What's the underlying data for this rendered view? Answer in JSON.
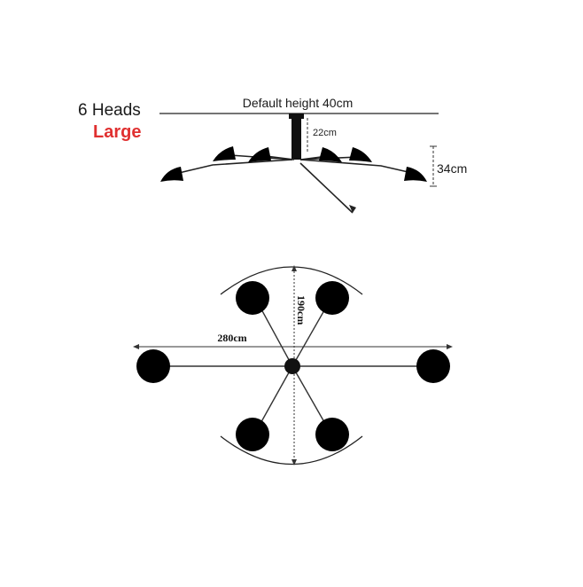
{
  "title": {
    "heads": "6 Heads",
    "size": "Large"
  },
  "side_view": {
    "default_height": "Default height 40cm",
    "drop_label": "22cm",
    "shade_height_label": "34cm"
  },
  "top_view": {
    "width_label": "280cm",
    "depth_label": "190cm"
  },
  "colors": {
    "size_accent": "#e03030",
    "lamp": "#000000",
    "lines": "#333333"
  }
}
